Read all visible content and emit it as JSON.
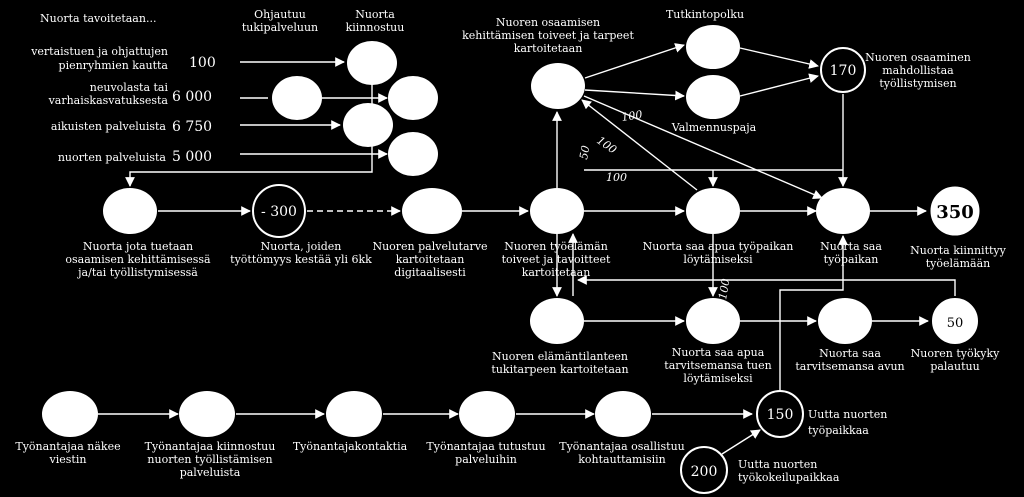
{
  "header": "Nuorta tavoitetaan...",
  "sources": [
    {
      "label1": "vertaistuen ja ohjattujen",
      "label2": "pienryhmien kautta",
      "value": "100"
    },
    {
      "label1": "neuvolasta tai",
      "label2": "varhaiskasvatuksesta",
      "value": "6 000"
    },
    {
      "label1": "aikuisten palveluista",
      "label2": "",
      "value": "6 750"
    },
    {
      "label1": "nuorten palveluista",
      "label2": "",
      "value": "5 000"
    }
  ],
  "top_labels": {
    "ohjautuu": [
      "Ohjautuu",
      "tukipalveluun"
    ],
    "kiinnostuu": [
      "Nuorta",
      "kiinnostuu"
    ],
    "osaaminen": [
      "Nuoren osaamisen",
      "kehittämisen toiveet ja tarpeet",
      "kartoitetaan"
    ],
    "tutkintopolku": "Tutkintopolku",
    "valmennuspaja": "Valmennuspaja",
    "mahdollistaa": [
      "Nuoren osaaminen",
      "mahdollistaa",
      "työllistymisen"
    ]
  },
  "nodes": {
    "tuetaan": [
      "Nuorta jota tuetaan",
      "osaamisen kehittämisessä",
      "ja/tai työllistymisessä"
    ],
    "kestaa": [
      "Nuorta, joiden",
      "työttömyys kestää yli 6kk"
    ],
    "digitaalisesti": [
      "Nuoren palvelutarve",
      "kartoitetaan",
      "digitaalisesti"
    ],
    "tyoelaman": [
      "Nuoren työelämän",
      "toiveet ja tavoitteet",
      "kartoitetaan"
    ],
    "apua_tyopaikan": [
      "Nuorta saa apua työpaikan",
      "löytämiseksi"
    ],
    "saa_tyopaikan": [
      "Nuorta saa",
      "työpaikan"
    ],
    "kiinnittyy": [
      "Nuorta kiinnittyy",
      "työelämään"
    ],
    "elamantilanteen": [
      "Nuoren elämäntilanteen",
      "tukitarpeen kartoitetaan"
    ],
    "tarvitsemansa_tuen": [
      "Nuorta saa apua",
      "tarvitsemansa tuen",
      "löytämiseksi"
    ],
    "tarvitsemansa_avun": [
      "Nuorta saa",
      "tarvitsemansa avun"
    ],
    "tyokyky": [
      "Nuoren työkyky",
      "palautuu"
    ]
  },
  "circle_values": {
    "v300": "- 300",
    "v170": "170",
    "v350": "350",
    "v50": "50",
    "v150": "150",
    "v200": "200"
  },
  "arrow_labels": {
    "a100_top": "100",
    "a100_mid": "100",
    "a50": "50",
    "a100_h": "100",
    "a100_vert": "100"
  },
  "employer": [
    [
      "Työnantajaa näkee",
      "viestin"
    ],
    [
      "Työnantajaa kiinnostuu",
      "nuorten työllistämisen",
      "palveluista"
    ],
    [
      "Työnantajakontaktia"
    ],
    [
      "Työnantajaa tutustuu",
      "palveluihin"
    ],
    [
      "Työnantajaa osallistuu",
      "kohtauttamisiin"
    ]
  ],
  "new_jobs": [
    "Uutta nuorten",
    "työpaikkaa"
  ],
  "new_trials": [
    "Uutta nuorten",
    "työkokeilupaikkaa"
  ]
}
